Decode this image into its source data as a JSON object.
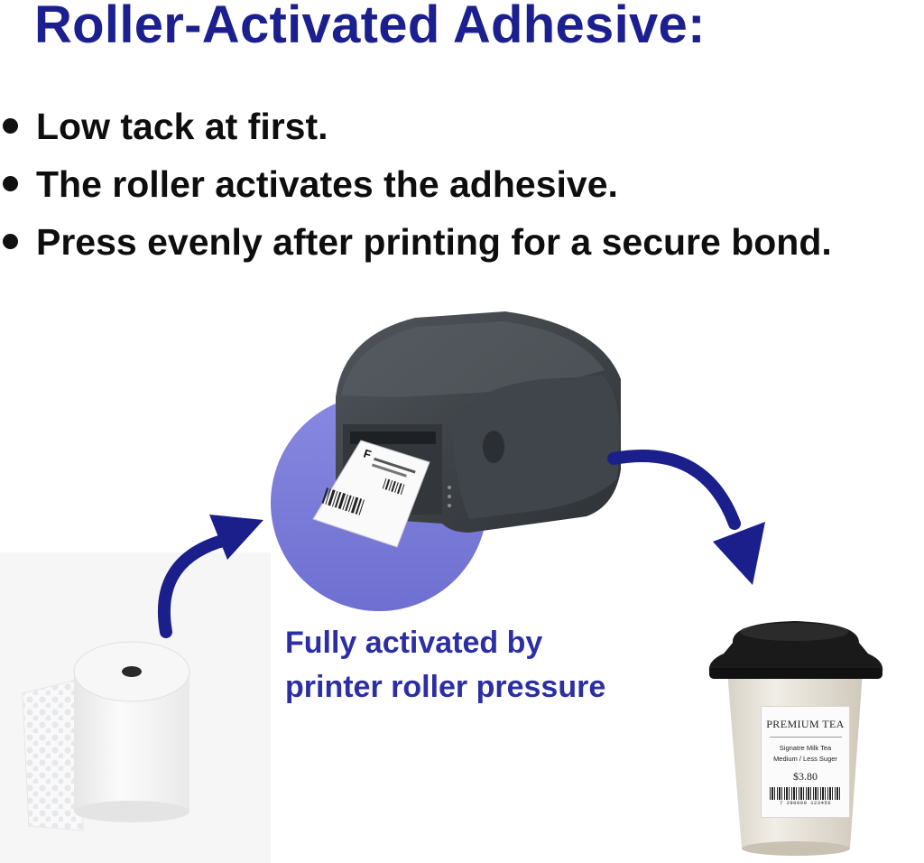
{
  "title": "Roller-Activated Adhesive:",
  "bullets": [
    "Low tack at first.",
    "The roller activates the adhesive.",
    "Press evenly after printing for a secure bond."
  ],
  "caption": {
    "line1": "Fully activated by",
    "line2": "printer roller pressure"
  },
  "label_on_cup": {
    "title": "PREMIUM TEA",
    "line1": "Signatre Milk Tea",
    "line2": "Medium / Less Suger",
    "price": "$3.80",
    "barcode_number": "7 290000 123456"
  },
  "colors": {
    "title": "#1b1f8f",
    "caption": "#2c2fa3",
    "arrow": "#1a1f8c",
    "circle": "#7476d6",
    "printer": "#3b3f44"
  },
  "icons": [
    "curved-arrow-icon",
    "curved-arrow-icon"
  ]
}
